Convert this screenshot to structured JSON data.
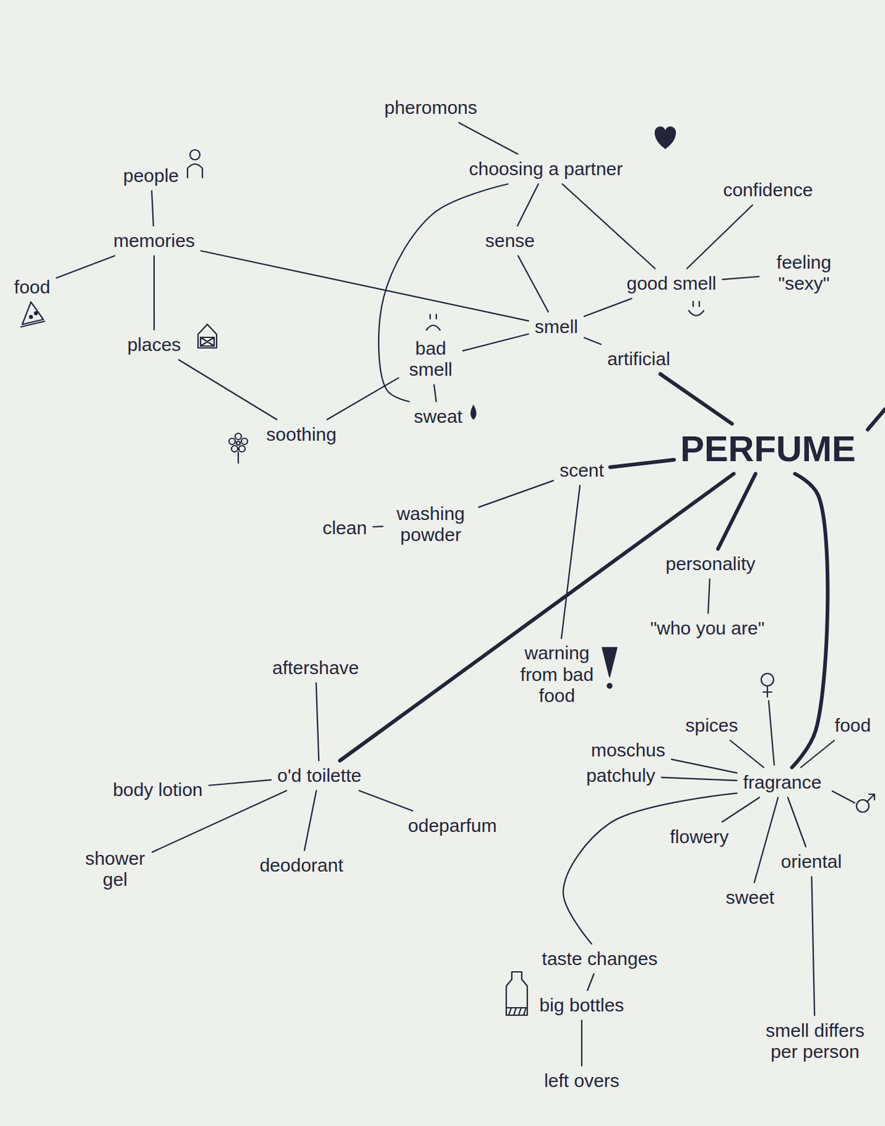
{
  "diagram": {
    "nodes": [
      {
        "text": [
          "pheromons"
        ]
      },
      {
        "text": [
          "choosing a partner"
        ]
      },
      {
        "text": [
          "people"
        ]
      },
      {
        "text": [
          "memories"
        ]
      },
      {
        "text": [
          "food"
        ]
      },
      {
        "text": [
          "places"
        ]
      },
      {
        "text": [
          "sense"
        ]
      },
      {
        "text": [
          "smell"
        ]
      },
      {
        "text": [
          "good smell"
        ]
      },
      {
        "text": [
          "confidence"
        ]
      },
      {
        "text": [
          "feeling \"sexy\""
        ]
      },
      {
        "text": [
          "bad smell"
        ]
      },
      {
        "text": [
          "artificial"
        ]
      },
      {
        "text": [
          "sweat"
        ]
      },
      {
        "text": [
          "soothing"
        ]
      },
      {
        "text": [
          "PERFUME"
        ]
      },
      {
        "text": [
          "scent"
        ]
      },
      {
        "text": [
          "washing powder"
        ]
      },
      {
        "text": [
          "clean"
        ]
      },
      {
        "text": [
          "personality"
        ]
      },
      {
        "text": [
          "\"who you are\""
        ]
      },
      {
        "text": [
          "warning from bad food"
        ]
      },
      {
        "text": [
          "aftershave"
        ]
      },
      {
        "text": [
          "o'd toilette"
        ]
      },
      {
        "text": [
          "body lotion"
        ]
      },
      {
        "text": [
          "shower gel"
        ]
      },
      {
        "text": [
          "deodorant"
        ]
      },
      {
        "text": [
          "odeparfum"
        ]
      },
      {
        "text": [
          "spices"
        ]
      },
      {
        "text": [
          "food"
        ]
      },
      {
        "text": [
          "moschus"
        ]
      },
      {
        "text": [
          "patchuly"
        ]
      },
      {
        "text": [
          "fragrance"
        ]
      },
      {
        "text": [
          "flowery"
        ]
      },
      {
        "text": [
          "oriental"
        ]
      },
      {
        "text": [
          "sweet"
        ]
      },
      {
        "text": [
          "taste changes"
        ]
      },
      {
        "text": [
          "big bottles"
        ]
      },
      {
        "text": [
          "left overs"
        ]
      },
      {
        "text": [
          "smell differs per person"
        ]
      }
    ],
    "edges": [
      {
        "from": 0,
        "to": 1,
        "arrow": "none"
      },
      {
        "from": 1,
        "to": 6,
        "arrow": "none"
      },
      {
        "from": 1,
        "to": 8,
        "arrow": "none"
      },
      {
        "from": 1,
        "to": 13,
        "arrow": "none"
      },
      {
        "from": 6,
        "to": 7,
        "arrow": "none"
      },
      {
        "from": 2,
        "to": 3,
        "arrow": "none"
      },
      {
        "from": 4,
        "to": 3,
        "arrow": "none"
      },
      {
        "from": 3,
        "to": 5,
        "arrow": "none"
      },
      {
        "from": 3,
        "to": 7,
        "arrow": "none"
      },
      {
        "from": 5,
        "to": 14,
        "arrow": "none"
      },
      {
        "from": 14,
        "to": 11,
        "arrow": "none"
      },
      {
        "from": 11,
        "to": 7,
        "arrow": "none"
      },
      {
        "from": 11,
        "to": 13,
        "arrow": "none"
      },
      {
        "from": 7,
        "to": 8,
        "arrow": "none"
      },
      {
        "from": 8,
        "to": 9,
        "arrow": "none"
      },
      {
        "from": 8,
        "to": 10,
        "arrow": "none"
      },
      {
        "from": 7,
        "to": 12,
        "arrow": "none"
      },
      {
        "from": 12,
        "to": 15,
        "arrow": "none"
      },
      {
        "from": 15,
        "to": 16,
        "arrow": "none"
      },
      {
        "from": 16,
        "to": 17,
        "arrow": "none"
      },
      {
        "from": 17,
        "to": 18,
        "arrow": "none"
      },
      {
        "from": 16,
        "to": 21,
        "arrow": "none"
      },
      {
        "from": 15,
        "to": 19,
        "arrow": "none"
      },
      {
        "from": 19,
        "to": 20,
        "arrow": "none"
      },
      {
        "from": 15,
        "to": 23,
        "arrow": "none"
      },
      {
        "from": 15,
        "to": 32,
        "arrow": "none"
      },
      {
        "from": 22,
        "to": 23,
        "arrow": "none"
      },
      {
        "from": 24,
        "to": 23,
        "arrow": "none"
      },
      {
        "from": 25,
        "to": 23,
        "arrow": "none"
      },
      {
        "from": 26,
        "to": 23,
        "arrow": "none"
      },
      {
        "from": 27,
        "to": 23,
        "arrow": "none"
      },
      {
        "from": 28,
        "to": 32,
        "arrow": "none"
      },
      {
        "from": 29,
        "to": 32,
        "arrow": "none"
      },
      {
        "from": 30,
        "to": 32,
        "arrow": "none"
      },
      {
        "from": 31,
        "to": 32,
        "arrow": "none"
      },
      {
        "from": 33,
        "to": 32,
        "arrow": "none"
      },
      {
        "from": 35,
        "to": 32,
        "arrow": "none"
      },
      {
        "from": 34,
        "to": 32,
        "arrow": "none"
      },
      {
        "from": 32,
        "to": 36,
        "arrow": "none"
      },
      {
        "from": 36,
        "to": 37,
        "arrow": "none"
      },
      {
        "from": 37,
        "to": 38,
        "arrow": "none"
      },
      {
        "from": 34,
        "to": 39,
        "arrow": "none"
      }
    ]
  }
}
